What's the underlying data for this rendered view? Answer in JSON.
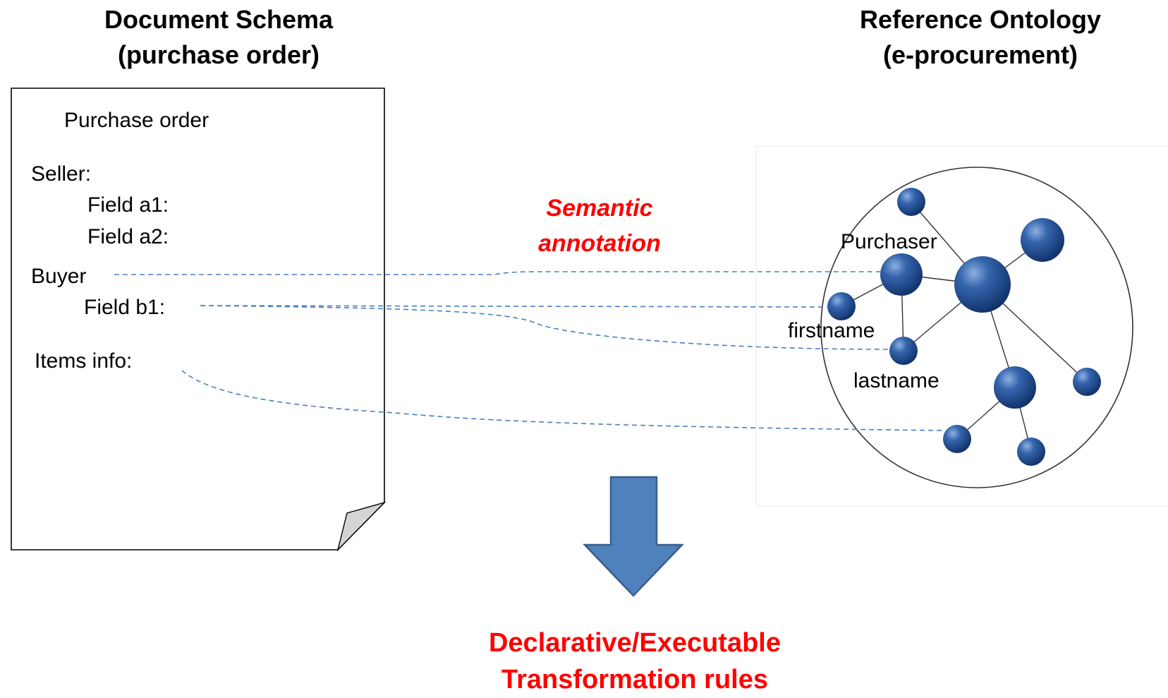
{
  "headings": {
    "left_line1": "Document Schema",
    "left_line2": "(purchase order)",
    "right_line1": "Reference Ontology",
    "right_line2": "(e-procurement)"
  },
  "document": {
    "title": "Purchase order",
    "seller": "Seller:",
    "field_a1": "Field a1:",
    "field_a2": "Field a2:",
    "buyer": "Buyer",
    "field_b1": "Field b1:",
    "items": "Items info:"
  },
  "annotation": {
    "line1": "Semantic",
    "line2": "annotation"
  },
  "ontology": {
    "labels": {
      "purchaser": "Purchaser",
      "firstname": "firstname",
      "lastname": "lastname"
    }
  },
  "result": {
    "line1": "Declarative/Executable",
    "line2": "Transformation rules"
  },
  "colors": {
    "accent": "#ff0000",
    "node": "#1f4e8c",
    "arrow_fill": "#4f81bd",
    "arrow_stroke": "#385d8a",
    "dashed_link": "#4a7ebb"
  }
}
